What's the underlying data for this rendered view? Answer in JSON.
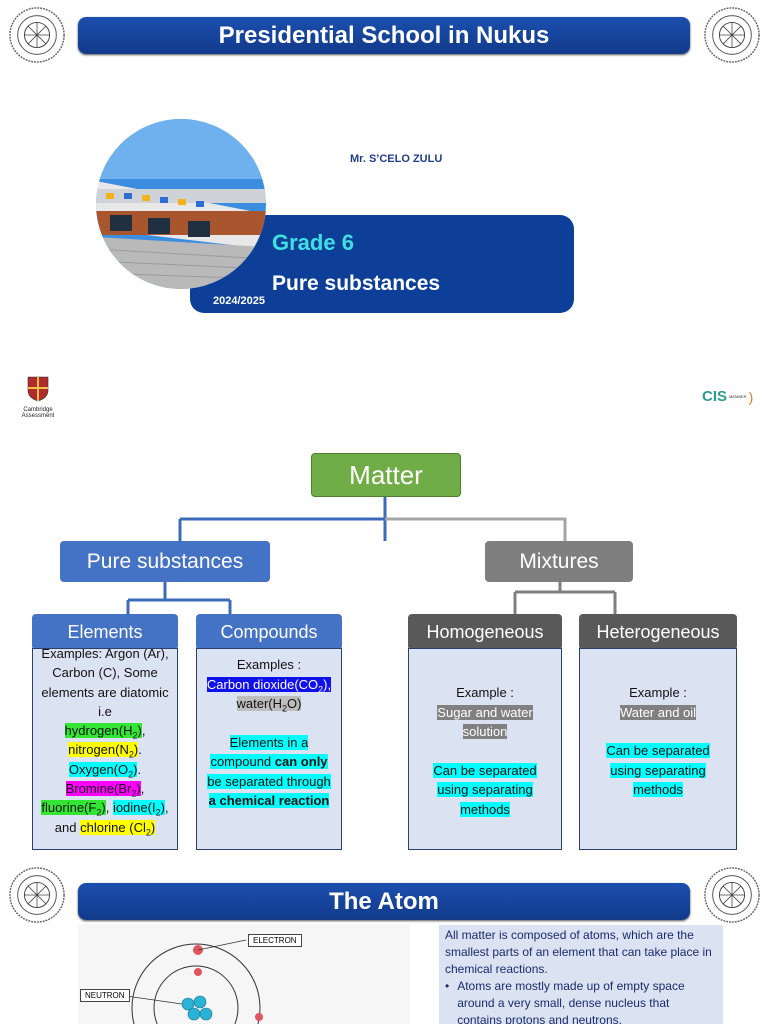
{
  "slide1": {
    "banner_title": "Presidential School in Nukus",
    "teacher": "Mr. S’CELO ZULU",
    "grade": "Grade 6",
    "topic": "Pure substances",
    "year": "2024/2025",
    "cambridge_logo": [
      "Cambridge",
      "Assessment"
    ],
    "cis_logo": "CIS",
    "cis_logo_small": "MEMBER"
  },
  "slide2": {
    "matter": "Matter",
    "pure": "Pure substances",
    "mixtures": "Mixtures",
    "elements": "Elements",
    "compounds": "Compounds",
    "homogeneous": "Homogeneous",
    "heterogeneous": "Heterogeneous",
    "el_intro": "Examples: Argon (Ar), Carbon (C), Some elements are diatomic i.e",
    "el_h": "hydrogen(H",
    "el_n": "nitrogen(N",
    "el_o": "Oxygen(O",
    "el_br": "Bromine(Br",
    "el_f": "fluorine(F",
    "el_i": "iodine(I",
    "el_and": ", and",
    "el_cl": "chlorine (Cl",
    "c_examples": "Examples :",
    "c_co2": "Carbon dioxide(CO",
    "c_water": "water(H",
    "c_water2": "O)",
    "c_text1": "Elements in a compound",
    "c_bold1": "can only",
    "c_text2": "be separated through",
    "c_bold2": "a chemical reaction",
    "ho_example": "Example :",
    "ho_item": "Sugar and water solution",
    "ho_sep": "Can be separated using separating methods",
    "he_example": "Example :",
    "he_item": "Water and oil",
    "he_sep": "Can be separated using separating methods"
  },
  "slide3": {
    "banner_title": "The Atom",
    "label_electron": "ELECTRON",
    "label_neutron": "NEUTRON",
    "text_p": "All matter is composed of atoms, which are the smallest parts of an element that can take place in chemical reactions.",
    "bullet1": "Atoms are mostly made up of empty space around a very small, dense nucleus that contains protons and neutrons."
  },
  "colors": {
    "banner": "#1b4fae",
    "matter": "#70ad47",
    "pure": "#4472c4",
    "mixtures": "#7f7f7f",
    "homo": "#595959",
    "panel": "#dbe3f3"
  }
}
